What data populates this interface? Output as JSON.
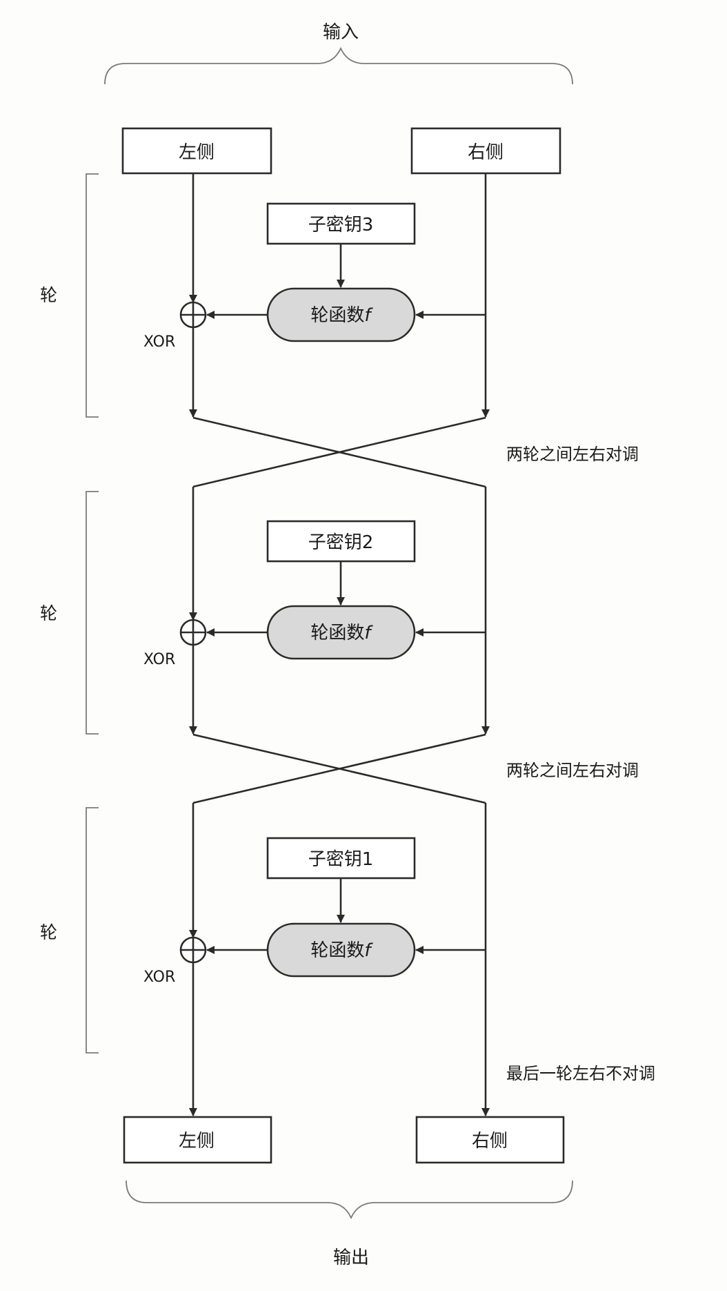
{
  "input_label": "输入",
  "output_label": "输出",
  "top_left_label": "左侧",
  "top_right_label": "右侧",
  "bottom_left_label": "左侧",
  "bottom_right_label": "右侧",
  "rounds": [
    {
      "round_label": "轮",
      "subkey_label": "子密钥3",
      "func_label": "轮函数",
      "func_var": "f",
      "xor_label": "XOR"
    },
    {
      "round_label": "轮",
      "subkey_label": "子密钥2",
      "func_label": "轮函数",
      "func_var": "f",
      "xor_label": "XOR"
    },
    {
      "round_label": "轮",
      "subkey_label": "子密钥1",
      "func_label": "轮函数",
      "func_var": "f",
      "xor_label": "XOR"
    }
  ],
  "swap_notes": [
    "两轮之间左右对调",
    "两轮之间左右对调"
  ],
  "final_note": "最后一轮左右不对调"
}
